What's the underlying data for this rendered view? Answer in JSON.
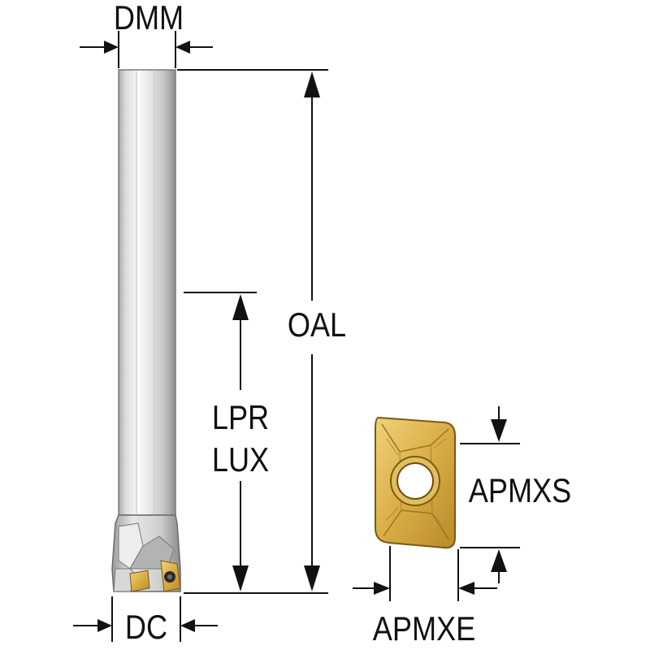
{
  "labels": {
    "shank_diameter": "DMM",
    "overall_length": "OAL",
    "protruding_length": "LPR",
    "usable_length": "LUX",
    "cutting_diameter": "DC",
    "axial_depth": "APMXS",
    "edge_depth": "APMXE"
  },
  "icons": {
    "tool": "end-mill-tool-icon",
    "insert": "indexable-insert-icon"
  },
  "colors": {
    "ink": "#111111",
    "shank_light": "#f4f4f4",
    "shank_dark": "#9a9a9a",
    "insert_gold": "#d9b24c",
    "insert_dark": "#8a6a1c"
  }
}
